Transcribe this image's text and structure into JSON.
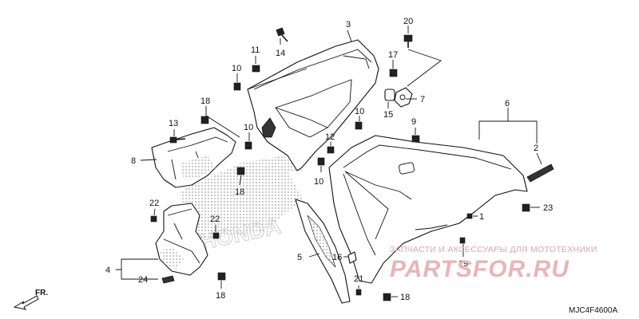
{
  "callouts": [
    "1",
    "2",
    "3",
    "4",
    "5",
    "6",
    "7",
    "8",
    "9",
    "10",
    "10",
    "10",
    "10",
    "11",
    "12",
    "13",
    "14",
    "15",
    "16",
    "17",
    "18",
    "18",
    "18",
    "18",
    "19",
    "20",
    "21",
    "22",
    "22",
    "23",
    "24"
  ],
  "watermark": {
    "line1": "ЗАПЧАСТИ И АКСЕССУАРЫ ДЛЯ МОТОТЕХНИКИ",
    "line2": "PARTSFOR.RU"
  },
  "diagram_code": "MJC4F4600A",
  "front_marker": "FR.",
  "colors": {
    "line": "#111111",
    "watermark": "#e8b5b7",
    "hatch": "#cfcfcf"
  }
}
